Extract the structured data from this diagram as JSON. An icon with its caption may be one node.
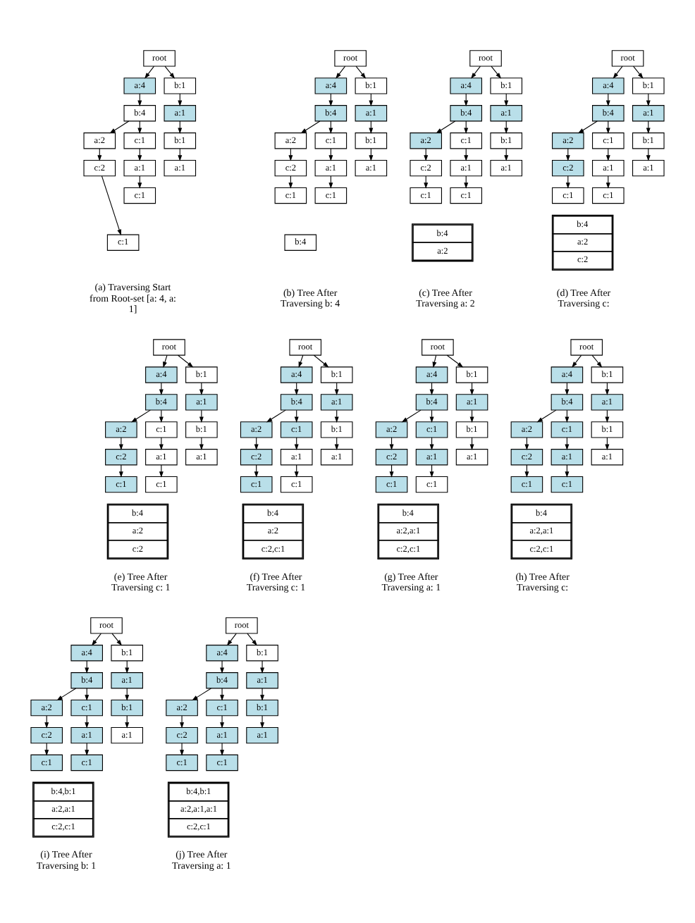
{
  "diagram": {
    "nodes": [
      {
        "text": [
          "root"
        ]
      },
      {
        "text": [
          "a:4"
        ]
      },
      {
        "text": [
          "b:4"
        ]
      },
      {
        "text": [
          "a:2"
        ]
      },
      {
        "text": [
          "c:2"
        ]
      },
      {
        "text": [
          "c:1"
        ]
      },
      {
        "text": [
          "c:1"
        ]
      },
      {
        "text": [
          "a:1"
        ]
      },
      {
        "text": [
          "c:1"
        ]
      },
      {
        "text": [
          "b:1"
        ]
      },
      {
        "text": [
          "a:1"
        ]
      },
      {
        "text": [
          "b:1"
        ]
      },
      {
        "text": [
          "a:1"
        ]
      },
      {
        "text": [
          "root"
        ]
      },
      {
        "text": [
          "a:4"
        ]
      },
      {
        "text": [
          "b:4"
        ]
      },
      {
        "text": [
          "a:2"
        ]
      },
      {
        "text": [
          "c:2"
        ]
      },
      {
        "text": [
          "c:1"
        ]
      },
      {
        "text": [
          "c:1"
        ]
      },
      {
        "text": [
          "a:1"
        ]
      },
      {
        "text": [
          "c:1"
        ]
      },
      {
        "text": [
          "b:1"
        ]
      },
      {
        "text": [
          "a:1"
        ]
      },
      {
        "text": [
          "b:1"
        ]
      },
      {
        "text": [
          "a:1"
        ]
      },
      {
        "text": [
          "b:4"
        ]
      },
      {
        "text": [
          "root"
        ]
      },
      {
        "text": [
          "a:4"
        ]
      },
      {
        "text": [
          "b:4"
        ]
      },
      {
        "text": [
          "a:2"
        ]
      },
      {
        "text": [
          "c:2"
        ]
      },
      {
        "text": [
          "c:1"
        ]
      },
      {
        "text": [
          "c:1"
        ]
      },
      {
        "text": [
          "a:1"
        ]
      },
      {
        "text": [
          "c:1"
        ]
      },
      {
        "text": [
          "b:1"
        ]
      },
      {
        "text": [
          "a:1"
        ]
      },
      {
        "text": [
          "b:1"
        ]
      },
      {
        "text": [
          "a:1"
        ]
      },
      {
        "text": [
          "b:4",
          "a:2"
        ]
      },
      {
        "text": [
          "root"
        ]
      },
      {
        "text": [
          "a:4"
        ]
      },
      {
        "text": [
          "b:4"
        ]
      },
      {
        "text": [
          "a:2"
        ]
      },
      {
        "text": [
          "c:2"
        ]
      },
      {
        "text": [
          "c:1"
        ]
      },
      {
        "text": [
          "c:1"
        ]
      },
      {
        "text": [
          "a:1"
        ]
      },
      {
        "text": [
          "c:1"
        ]
      },
      {
        "text": [
          "b:1"
        ]
      },
      {
        "text": [
          "a:1"
        ]
      },
      {
        "text": [
          "b:1"
        ]
      },
      {
        "text": [
          "a:1"
        ]
      },
      {
        "text": [
          "b:4",
          "a:2",
          "c:2"
        ]
      },
      {
        "text": [
          "root"
        ]
      },
      {
        "text": [
          "a:4"
        ]
      },
      {
        "text": [
          "b:4"
        ]
      },
      {
        "text": [
          "a:2"
        ]
      },
      {
        "text": [
          "c:2"
        ]
      },
      {
        "text": [
          "c:1"
        ]
      },
      {
        "text": [
          "c:1"
        ]
      },
      {
        "text": [
          "a:1"
        ]
      },
      {
        "text": [
          "c:1"
        ]
      },
      {
        "text": [
          "b:1"
        ]
      },
      {
        "text": [
          "a:1"
        ]
      },
      {
        "text": [
          "b:1"
        ]
      },
      {
        "text": [
          "a:1"
        ]
      },
      {
        "text": [
          "b:4",
          "a:2",
          "c:2"
        ]
      },
      {
        "text": [
          "root"
        ]
      },
      {
        "text": [
          "a:4"
        ]
      },
      {
        "text": [
          "b:4"
        ]
      },
      {
        "text": [
          "a:2"
        ]
      },
      {
        "text": [
          "c:2"
        ]
      },
      {
        "text": [
          "c:1"
        ]
      },
      {
        "text": [
          "c:1"
        ]
      },
      {
        "text": [
          "a:1"
        ]
      },
      {
        "text": [
          "c:1"
        ]
      },
      {
        "text": [
          "b:1"
        ]
      },
      {
        "text": [
          "a:1"
        ]
      },
      {
        "text": [
          "b:1"
        ]
      },
      {
        "text": [
          "a:1"
        ]
      },
      {
        "text": [
          "b:4",
          "a:2",
          "c:2,c:1"
        ]
      },
      {
        "text": [
          "root"
        ]
      },
      {
        "text": [
          "a:4"
        ]
      },
      {
        "text": [
          "b:4"
        ]
      },
      {
        "text": [
          "a:2"
        ]
      },
      {
        "text": [
          "c:2"
        ]
      },
      {
        "text": [
          "c:1"
        ]
      },
      {
        "text": [
          "c:1"
        ]
      },
      {
        "text": [
          "a:1"
        ]
      },
      {
        "text": [
          "c:1"
        ]
      },
      {
        "text": [
          "b:1"
        ]
      },
      {
        "text": [
          "a:1"
        ]
      },
      {
        "text": [
          "b:1"
        ]
      },
      {
        "text": [
          "a:1"
        ]
      },
      {
        "text": [
          "b:4",
          "a:2,a:1",
          "c:2,c:1"
        ]
      },
      {
        "text": [
          "root"
        ]
      },
      {
        "text": [
          "a:4"
        ]
      },
      {
        "text": [
          "b:4"
        ]
      },
      {
        "text": [
          "a:2"
        ]
      },
      {
        "text": [
          "c:2"
        ]
      },
      {
        "text": [
          "c:1"
        ]
      },
      {
        "text": [
          "c:1"
        ]
      },
      {
        "text": [
          "a:1"
        ]
      },
      {
        "text": [
          "c:1"
        ]
      },
      {
        "text": [
          "b:1"
        ]
      },
      {
        "text": [
          "a:1"
        ]
      },
      {
        "text": [
          "b:1"
        ]
      },
      {
        "text": [
          "a:1"
        ]
      },
      {
        "text": [
          "b:4",
          "a:2,a:1",
          "c:2,c:1"
        ]
      },
      {
        "text": [
          "root"
        ]
      },
      {
        "text": [
          "a:4"
        ]
      },
      {
        "text": [
          "b:4"
        ]
      },
      {
        "text": [
          "a:2"
        ]
      },
      {
        "text": [
          "c:2"
        ]
      },
      {
        "text": [
          "c:1"
        ]
      },
      {
        "text": [
          "c:1"
        ]
      },
      {
        "text": [
          "a:1"
        ]
      },
      {
        "text": [
          "c:1"
        ]
      },
      {
        "text": [
          "b:1"
        ]
      },
      {
        "text": [
          "a:1"
        ]
      },
      {
        "text": [
          "b:1"
        ]
      },
      {
        "text": [
          "a:1"
        ]
      },
      {
        "text": [
          "b:4,b:1",
          "a:2,a:1",
          "c:2,c:1"
        ]
      },
      {
        "text": [
          "root"
        ]
      },
      {
        "text": [
          "a:4"
        ]
      },
      {
        "text": [
          "b:4"
        ]
      },
      {
        "text": [
          "a:2"
        ]
      },
      {
        "text": [
          "c:2"
        ]
      },
      {
        "text": [
          "c:1"
        ]
      },
      {
        "text": [
          "c:1"
        ]
      },
      {
        "text": [
          "a:1"
        ]
      },
      {
        "text": [
          "c:1"
        ]
      },
      {
        "text": [
          "b:1"
        ]
      },
      {
        "text": [
          "a:1"
        ]
      },
      {
        "text": [
          "b:1"
        ]
      },
      {
        "text": [
          "a:1"
        ]
      },
      {
        "text": [
          "b:4,b:1",
          "a:2,a:1,a:1",
          "c:2,c:1"
        ]
      }
    ],
    "edges": [
      {
        "from": 0,
        "to": 1,
        "arrow": "to"
      },
      {
        "from": 1,
        "to": 2,
        "arrow": "to"
      },
      {
        "from": 2,
        "to": 3,
        "arrow": "to"
      },
      {
        "from": 3,
        "to": 4,
        "arrow": "to"
      },
      {
        "from": 4,
        "to": 5,
        "arrow": "to"
      },
      {
        "from": 2,
        "to": 6,
        "arrow": "to"
      },
      {
        "from": 6,
        "to": 7,
        "arrow": "to"
      },
      {
        "from": 7,
        "to": 8,
        "arrow": "to"
      },
      {
        "from": 0,
        "to": 9,
        "arrow": "to"
      },
      {
        "from": 9,
        "to": 10,
        "arrow": "to"
      },
      {
        "from": 10,
        "to": 11,
        "arrow": "to"
      },
      {
        "from": 11,
        "to": 12,
        "arrow": "to"
      },
      {
        "from": 13,
        "to": 14,
        "arrow": "to"
      },
      {
        "from": 14,
        "to": 15,
        "arrow": "to"
      },
      {
        "from": 15,
        "to": 16,
        "arrow": "to"
      },
      {
        "from": 16,
        "to": 17,
        "arrow": "to"
      },
      {
        "from": 17,
        "to": 18,
        "arrow": "to"
      },
      {
        "from": 15,
        "to": 19,
        "arrow": "to"
      },
      {
        "from": 19,
        "to": 20,
        "arrow": "to"
      },
      {
        "from": 20,
        "to": 21,
        "arrow": "to"
      },
      {
        "from": 13,
        "to": 22,
        "arrow": "to"
      },
      {
        "from": 22,
        "to": 23,
        "arrow": "to"
      },
      {
        "from": 23,
        "to": 24,
        "arrow": "to"
      },
      {
        "from": 24,
        "to": 25,
        "arrow": "to"
      },
      {
        "from": 27,
        "to": 28,
        "arrow": "to"
      },
      {
        "from": 28,
        "to": 29,
        "arrow": "to"
      },
      {
        "from": 29,
        "to": 30,
        "arrow": "to"
      },
      {
        "from": 30,
        "to": 31,
        "arrow": "to"
      },
      {
        "from": 31,
        "to": 32,
        "arrow": "to"
      },
      {
        "from": 29,
        "to": 33,
        "arrow": "to"
      },
      {
        "from": 33,
        "to": 34,
        "arrow": "to"
      },
      {
        "from": 34,
        "to": 35,
        "arrow": "to"
      },
      {
        "from": 27,
        "to": 36,
        "arrow": "to"
      },
      {
        "from": 36,
        "to": 37,
        "arrow": "to"
      },
      {
        "from": 37,
        "to": 38,
        "arrow": "to"
      },
      {
        "from": 38,
        "to": 39,
        "arrow": "to"
      },
      {
        "from": 41,
        "to": 42,
        "arrow": "to"
      },
      {
        "from": 42,
        "to": 43,
        "arrow": "to"
      },
      {
        "from": 43,
        "to": 44,
        "arrow": "to"
      },
      {
        "from": 44,
        "to": 45,
        "arrow": "to"
      },
      {
        "from": 45,
        "to": 46,
        "arrow": "to"
      },
      {
        "from": 43,
        "to": 47,
        "arrow": "to"
      },
      {
        "from": 47,
        "to": 48,
        "arrow": "to"
      },
      {
        "from": 48,
        "to": 49,
        "arrow": "to"
      },
      {
        "from": 41,
        "to": 50,
        "arrow": "to"
      },
      {
        "from": 50,
        "to": 51,
        "arrow": "to"
      },
      {
        "from": 51,
        "to": 52,
        "arrow": "to"
      },
      {
        "from": 52,
        "to": 53,
        "arrow": "to"
      },
      {
        "from": 55,
        "to": 56,
        "arrow": "to"
      },
      {
        "from": 56,
        "to": 57,
        "arrow": "to"
      },
      {
        "from": 57,
        "to": 58,
        "arrow": "to"
      },
      {
        "from": 58,
        "to": 59,
        "arrow": "to"
      },
      {
        "from": 59,
        "to": 60,
        "arrow": "to"
      },
      {
        "from": 57,
        "to": 61,
        "arrow": "to"
      },
      {
        "from": 61,
        "to": 62,
        "arrow": "to"
      },
      {
        "from": 62,
        "to": 63,
        "arrow": "to"
      },
      {
        "from": 55,
        "to": 64,
        "arrow": "to"
      },
      {
        "from": 64,
        "to": 65,
        "arrow": "to"
      },
      {
        "from": 65,
        "to": 66,
        "arrow": "to"
      },
      {
        "from": 66,
        "to": 67,
        "arrow": "to"
      },
      {
        "from": 69,
        "to": 70,
        "arrow": "to"
      },
      {
        "from": 70,
        "to": 71,
        "arrow": "to"
      },
      {
        "from": 71,
        "to": 72,
        "arrow": "to"
      },
      {
        "from": 72,
        "to": 73,
        "arrow": "to"
      },
      {
        "from": 73,
        "to": 74,
        "arrow": "to"
      },
      {
        "from": 71,
        "to": 75,
        "arrow": "to"
      },
      {
        "from": 75,
        "to": 76,
        "arrow": "to"
      },
      {
        "from": 76,
        "to": 77,
        "arrow": "to"
      },
      {
        "from": 69,
        "to": 78,
        "arrow": "to"
      },
      {
        "from": 78,
        "to": 79,
        "arrow": "to"
      },
      {
        "from": 79,
        "to": 80,
        "arrow": "to"
      },
      {
        "from": 80,
        "to": 81,
        "arrow": "to"
      },
      {
        "from": 83,
        "to": 84,
        "arrow": "to"
      },
      {
        "from": 84,
        "to": 85,
        "arrow": "to"
      },
      {
        "from": 85,
        "to": 86,
        "arrow": "to"
      },
      {
        "from": 86,
        "to": 87,
        "arrow": "to"
      },
      {
        "from": 87,
        "to": 88,
        "arrow": "to"
      },
      {
        "from": 85,
        "to": 89,
        "arrow": "to"
      },
      {
        "from": 89,
        "to": 90,
        "arrow": "to"
      },
      {
        "from": 90,
        "to": 91,
        "arrow": "to"
      },
      {
        "from": 83,
        "to": 92,
        "arrow": "to"
      },
      {
        "from": 92,
        "to": 93,
        "arrow": "to"
      },
      {
        "from": 93,
        "to": 94,
        "arrow": "to"
      },
      {
        "from": 94,
        "to": 95,
        "arrow": "to"
      },
      {
        "from": 97,
        "to": 98,
        "arrow": "to"
      },
      {
        "from": 98,
        "to": 99,
        "arrow": "to"
      },
      {
        "from": 99,
        "to": 100,
        "arrow": "to"
      },
      {
        "from": 100,
        "to": 101,
        "arrow": "to"
      },
      {
        "from": 101,
        "to": 102,
        "arrow": "to"
      },
      {
        "from": 99,
        "to": 103,
        "arrow": "to"
      },
      {
        "from": 103,
        "to": 104,
        "arrow": "to"
      },
      {
        "from": 104,
        "to": 105,
        "arrow": "to"
      },
      {
        "from": 97,
        "to": 106,
        "arrow": "to"
      },
      {
        "from": 106,
        "to": 107,
        "arrow": "to"
      },
      {
        "from": 107,
        "to": 108,
        "arrow": "to"
      },
      {
        "from": 108,
        "to": 109,
        "arrow": "to"
      },
      {
        "from": 111,
        "to": 112,
        "arrow": "to"
      },
      {
        "from": 112,
        "to": 113,
        "arrow": "to"
      },
      {
        "from": 113,
        "to": 114,
        "arrow": "to"
      },
      {
        "from": 114,
        "to": 115,
        "arrow": "to"
      },
      {
        "from": 115,
        "to": 116,
        "arrow": "to"
      },
      {
        "from": 113,
        "to": 117,
        "arrow": "to"
      },
      {
        "from": 117,
        "to": 118,
        "arrow": "to"
      },
      {
        "from": 118,
        "to": 119,
        "arrow": "to"
      },
      {
        "from": 111,
        "to": 120,
        "arrow": "to"
      },
      {
        "from": 120,
        "to": 121,
        "arrow": "to"
      },
      {
        "from": 121,
        "to": 122,
        "arrow": "to"
      },
      {
        "from": 122,
        "to": 123,
        "arrow": "to"
      },
      {
        "from": 125,
        "to": 126,
        "arrow": "to"
      },
      {
        "from": 126,
        "to": 127,
        "arrow": "to"
      },
      {
        "from": 127,
        "to": 128,
        "arrow": "to"
      },
      {
        "from": 128,
        "to": 129,
        "arrow": "to"
      },
      {
        "from": 129,
        "to": 130,
        "arrow": "to"
      },
      {
        "from": 127,
        "to": 131,
        "arrow": "to"
      },
      {
        "from": 131,
        "to": 132,
        "arrow": "to"
      },
      {
        "from": 132,
        "to": 133,
        "arrow": "to"
      },
      {
        "from": 125,
        "to": 134,
        "arrow": "to"
      },
      {
        "from": 134,
        "to": 135,
        "arrow": "to"
      },
      {
        "from": 135,
        "to": 136,
        "arrow": "to"
      },
      {
        "from": 136,
        "to": 137,
        "arrow": "to"
      }
    ],
    "labels": [
      "(a) Traversing Start from Root-set [a: 4, a: 1]",
      "(b) Tree After Traversing b: 4",
      "(c) Tree After Traversing a: 2",
      "(d) Tree After Traversing c:",
      "(e) Tree After Traversing c: 1",
      "(f) Tree After Traversing c: 1",
      "(g) Tree After Traversing a: 1",
      "(h) Tree After Traversing c:",
      "(i) Tree After Traversing b: 1",
      "(j) Tree After Traversing a: 1"
    ]
  }
}
